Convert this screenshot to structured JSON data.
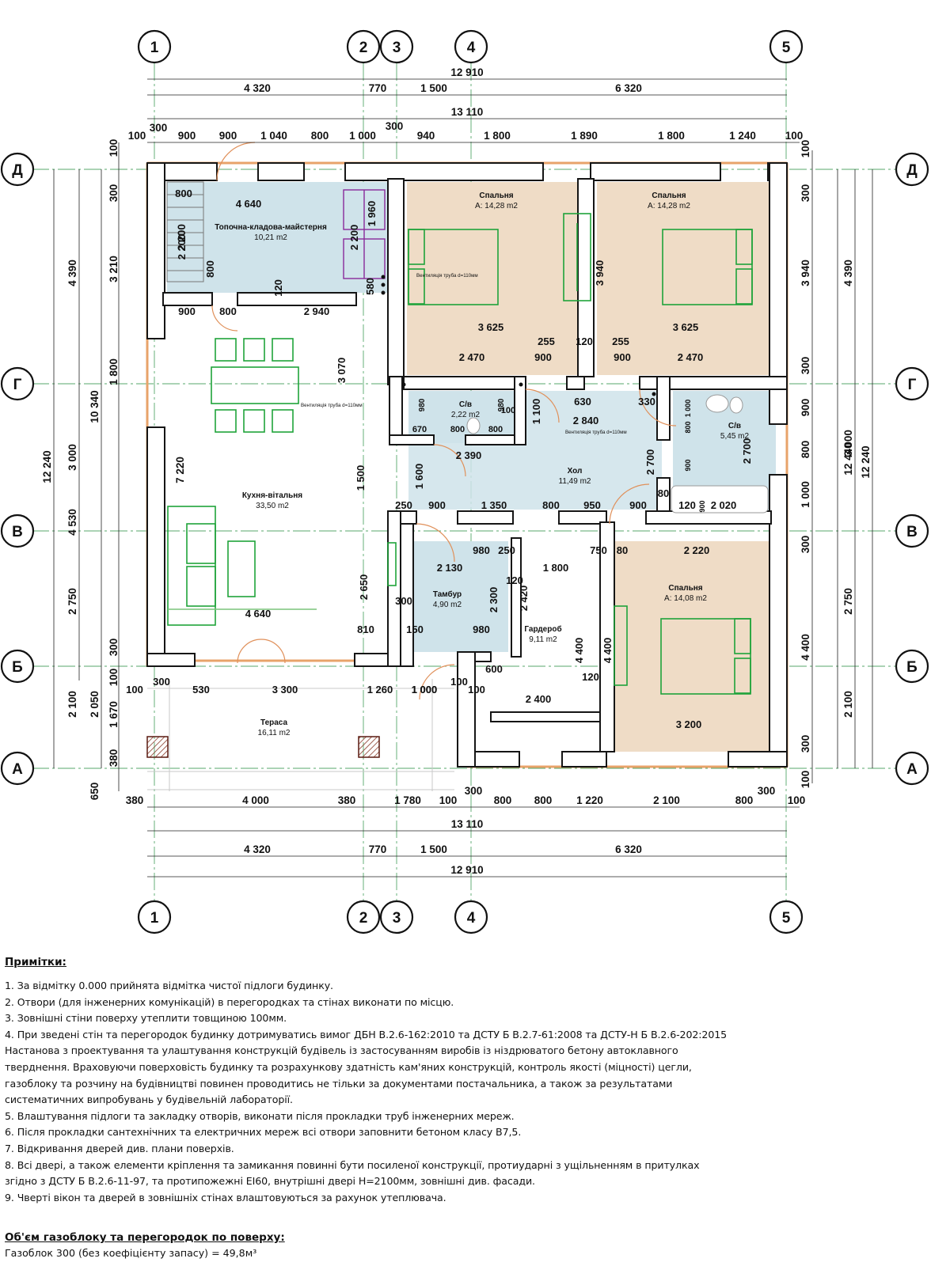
{
  "axes": {
    "top": [
      "1",
      "2",
      "3",
      "4",
      "5"
    ],
    "rows": [
      "Д",
      "Г",
      "В",
      "Б",
      "А"
    ]
  },
  "dims_top": {
    "overall_1": "12 910",
    "chain_1": [
      "4 320",
      "770",
      "1 500",
      "6 320"
    ],
    "overall_2": "13 110",
    "chain_2": [
      "300",
      "100",
      "900",
      "900",
      "1 040",
      "800",
      "1 000",
      "300",
      "940",
      "1 800",
      "1 890",
      "1 800",
      "1 240",
      "100"
    ]
  },
  "dims_bottom": {
    "chain": [
      "380",
      "4 000",
      "380",
      "1 780",
      "100",
      "300",
      "800",
      "800",
      "1 220",
      "2 100",
      "300",
      "800",
      "100"
    ],
    "overall_2": "13 110",
    "chain_2": [
      "4 320",
      "770",
      "1 500",
      "6 320"
    ],
    "overall_1": "12 910"
  },
  "dims_left": {
    "outer": [
      "12 240"
    ],
    "mid": [
      "4 390",
      "10 340",
      "2 050"
    ],
    "inner": [
      "3 000",
      "4 530",
      "2 750",
      "2 100"
    ],
    "small": [
      "100",
      "300",
      "3 210",
      "1 800",
      "7 220",
      "300",
      "100",
      "1 670",
      "380",
      "650"
    ],
    "wall": [
      "2 200"
    ]
  },
  "dims_right": {
    "outer": [
      "12 440",
      "12 240"
    ],
    "mid": [
      "4 390",
      "3 000",
      "2 750",
      "2 100"
    ],
    "inner": [
      "3 940",
      "4 400"
    ],
    "small": [
      "100",
      "300",
      "300",
      "900",
      "800",
      "1 000",
      "300",
      "300",
      "100"
    ]
  },
  "rooms": [
    {
      "name": "Топочна-кладова-майстерня",
      "area": "10,21 m2"
    },
    {
      "name": "Спальня",
      "area": "А: 14,28 m2"
    },
    {
      "name": "Спальня",
      "area": "А: 14,28 m2"
    },
    {
      "name": "С/в",
      "area": "2,22 m2"
    },
    {
      "name": "С/в",
      "area": "5,45 m2"
    },
    {
      "name": "Хол",
      "area": "11,49 m2"
    },
    {
      "name": "Кухня-вітальня",
      "area": "33,50 m2"
    },
    {
      "name": "Тамбур",
      "area": "4,90 m2"
    },
    {
      "name": "Гардероб",
      "area": "9,11 m2"
    },
    {
      "name": "Спальня",
      "area": "А: 14,08 m2"
    },
    {
      "name": "Тераса",
      "area": "16,11 m2"
    }
  ],
  "vent_labels": [
    "Вентиляція труба d=110мм",
    "Вентиляція труба d=110мм",
    "Вентиляція труба d=110мм"
  ],
  "interior_dims": [
    "800",
    "4 640",
    "2 200",
    "800",
    "1 960",
    "2 200",
    "580",
    "120",
    "900",
    "800",
    "2 940",
    "3 625",
    "3 940",
    "3 625",
    "255",
    "120",
    "255",
    "2 470",
    "900",
    "900",
    "2 470",
    "3 070",
    "630",
    "330",
    "980",
    "980",
    "670",
    "800",
    "800",
    "100",
    "2 840",
    "2 390",
    "2 700",
    "1 100",
    "2 700",
    "1 600",
    "1 500",
    "250",
    "900",
    "1 350",
    "800",
    "950",
    "900",
    "80",
    "120",
    "2 020",
    "900",
    "900",
    "800",
    "1 000",
    "980",
    "250",
    "750",
    "80",
    "2 220",
    "2 130",
    "1 800",
    "2 300",
    "120",
    "2 420",
    "2 650",
    "300",
    "4 640",
    "810",
    "150",
    "980",
    "4 400",
    "4 400",
    "120",
    "600",
    "2 400",
    "3 200",
    "1 000",
    "100",
    "530",
    "3 300",
    "1 260",
    "1 000",
    "100",
    "100",
    "300"
  ],
  "notes": {
    "title": "Примітки:",
    "lines": [
      "1. За відмітку 0.000 прийнята відмітка чистої підлоги будинку.",
      "2. Отвори (для інженерних комунікацій) в перегородках та стінах виконати по місцю.",
      "3. Зовнішні стіни поверху утеплити товщиною 100мм.",
      "4. При зведені стін та перегородок будинку дотримуватись вимог ДБН В.2.6-162:2010 та ДСТУ Б В.2.7-61:2008 та ДСТУ-Н Б В.2.6-202:2015",
      "Настанова з проектування та улаштування конструкцій будівель із застосуванням виробів із ніздрюватого бетону автоклавного",
      "тверднення. Враховуючи поверховість будинку та розрахункову здатність кам'яних конструкцій, контроль якості (міцності) цегли,",
      "газоблоку та розчину на будівництві повинен проводитись не тільки за документами постачальника, а також за результатами",
      "систематичних випробувань у будівельній лабораторії.",
      "5. Влаштування підлоги та закладку отворів, виконати після прокладки труб інженерних мереж.",
      "6. Після прокладки сантехнічних та електричних мереж всі отвори заповнити бетоном класу В7,5.",
      "7. Відкривання дверей див. плани поверхів.",
      "8. Всі двері, а також елементи кріплення та замикання повинні бути посиленої конструкції, протиударні з ущільненням в притулках",
      "згідно з ДСТУ Б В.2.6-11-97, та протипожежні ЕІ60, внутрішні двері Н=2100мм, зовнішні див. фасади.",
      "9. Чверті вікон та дверей в зовнішніх стінах влаштовуються за рахунок утеплювача."
    ]
  },
  "volume": {
    "title": "Об'єм газоблоку та перегородок по поверху:",
    "line": "Газоблок 300 (без коефіцієнту запасу) = 49,8м³"
  },
  "colors": {
    "wall": "#151515",
    "insulation": "#e8a36a",
    "bedroom_fill": "#efdcc6",
    "service_fill": "#cfe3ea",
    "furniture": "#1fa33a",
    "axis_line": "#1f8a3a",
    "plumbing": "#8a2a9a",
    "column": "#c8473a"
  }
}
